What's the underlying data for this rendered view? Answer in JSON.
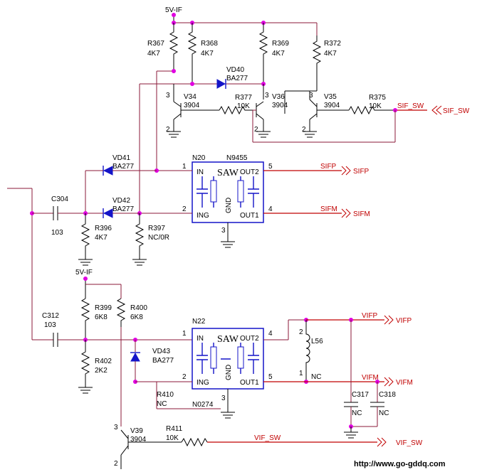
{
  "supply": {
    "top": "5V-IF",
    "bottom": "5V-IF"
  },
  "resistors": {
    "r367": {
      "ref": "R367",
      "val": "4K7"
    },
    "r368": {
      "ref": "R368",
      "val": "4K7"
    },
    "r369": {
      "ref": "R369",
      "val": "4K7"
    },
    "r372": {
      "ref": "R372",
      "val": "4K7"
    },
    "r377": {
      "ref": "R377",
      "val": "10K"
    },
    "r375": {
      "ref": "R375",
      "val": "10K"
    },
    "r396": {
      "ref": "R396",
      "val": "4K7"
    },
    "r397": {
      "ref": "R397",
      "val": "NC/0R"
    },
    "r399": {
      "ref": "R399",
      "val": "6K8"
    },
    "r400": {
      "ref": "R400",
      "val": "6K8"
    },
    "r402": {
      "ref": "R402",
      "val": "2K2"
    },
    "r410": {
      "ref": "R410",
      "val": "NC"
    },
    "r411": {
      "ref": "R411",
      "val": "10K"
    }
  },
  "transistors": {
    "v34": {
      "ref": "V34",
      "val": "3904"
    },
    "v36": {
      "ref": "V36",
      "val": "3904"
    },
    "v35": {
      "ref": "V35",
      "val": "3904"
    },
    "v39": {
      "ref": "V39",
      "val": "3904"
    }
  },
  "diodes": {
    "vd40": {
      "ref": "VD40",
      "val": "BA277"
    },
    "vd41": {
      "ref": "VD41",
      "val": "BA277"
    },
    "vd42": {
      "ref": "VD42",
      "val": "BA277"
    },
    "vd43": {
      "ref": "VD43",
      "val": "BA277"
    }
  },
  "capacitors": {
    "c304": {
      "ref": "C304",
      "val": "103"
    },
    "c312": {
      "ref": "C312",
      "val": "103"
    },
    "c317": {
      "ref": "C317",
      "val": "NC"
    },
    "c318": {
      "ref": "C318",
      "val": "NC"
    }
  },
  "inductor": {
    "ref": "L56",
    "val": "NC"
  },
  "saw_filters": {
    "n20": {
      "ref": "N20",
      "part": "N9455",
      "symbol": "SAW",
      "in": "IN",
      "ing": "ING",
      "gnd": "GND",
      "out1": "OUT1",
      "out2": "OUT2"
    },
    "n22": {
      "ref": "N22",
      "part": "N0274",
      "symbol": "SAW",
      "in": "IN",
      "ing": "ING",
      "gnd": "GND",
      "out1": "OUT1",
      "out2": "OUT2"
    }
  },
  "nets": {
    "sif_sw": "SIF_SW",
    "sifp": "SIFP",
    "sifm": "SIFM",
    "vifp": "VIFP",
    "vifm": "VIFM",
    "vif_sw": "VIF_SW"
  },
  "pins": {
    "p1": "1",
    "p2": "2",
    "p3": "3",
    "p4": "4",
    "p5": "5"
  },
  "watermark": "http://www.go-gddq.com"
}
